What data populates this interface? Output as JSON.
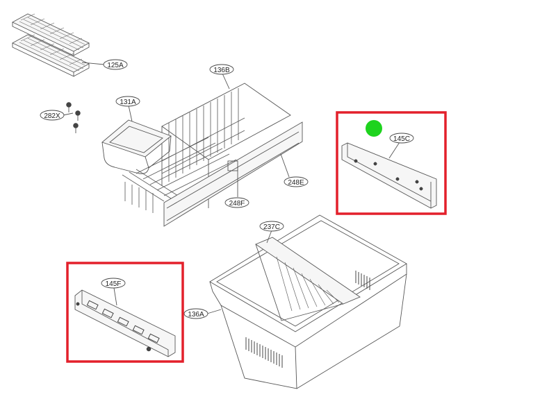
{
  "labels": {
    "tray": "125A",
    "basket": "136B",
    "small_bin": "131A",
    "screw": "282X",
    "rail": "248E",
    "rail_lower": "248F",
    "right_cover": "145C",
    "divider": "237C",
    "left_cover": "145F",
    "drawer": "136A"
  },
  "colors": {
    "highlight_box": "#e3202b",
    "marker_dot": "#1ed31e",
    "line": "#555555"
  }
}
